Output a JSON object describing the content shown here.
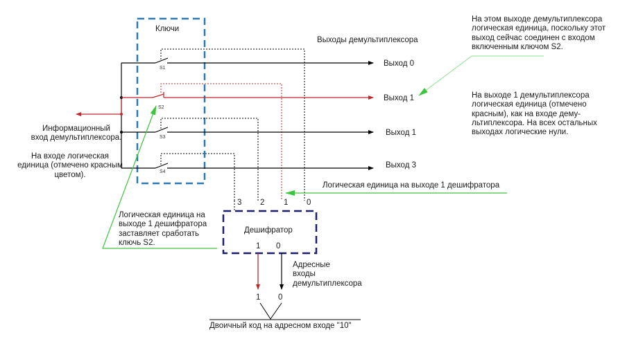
{
  "colors": {
    "active": "#c0282b",
    "wire": "#000000",
    "keys_box": "#2a78b4",
    "decoder_box": "#1b1f6b",
    "annotation": "#3ec43e"
  },
  "keys_box": {
    "title": "Ключи"
  },
  "switches": [
    {
      "label": "S1",
      "state": "open"
    },
    {
      "label": "S2",
      "state": "closed"
    },
    {
      "label": "S3",
      "state": "open"
    },
    {
      "label": "S4",
      "state": "open"
    }
  ],
  "outputs_title": "Выходы демультиплексора",
  "outputs": [
    {
      "label": "Выход 0",
      "active": false
    },
    {
      "label": "Выход 1",
      "active": true
    },
    {
      "label": "Выход 1",
      "active": false
    },
    {
      "label": "Выход 3",
      "active": false
    }
  ],
  "input_label": "Информационный\nвход демультиплексора.",
  "input_note": "На входе логическая\nединица (отмечено красным\nцветом).",
  "note_top_right": "На этом выходе демультиплексора\nлогическая единица, поскольку этот\nвыход сейчас соединен с входом\nвключенным ключом S2.",
  "note_mid_right": "На выходе 1 демультиплексора\nлогическая единица (отмечено\nкрасным), как на входе дему-\nльтиплексора. На всех остальных\nвыходах логические нули.",
  "note_decoder_output": "Логическая единица на выходе 1 дешифратора",
  "note_switch": "Логическая единица на\nвыходе 1 дешифратора\nзаставляет сработать\nключь S2.",
  "decoder": {
    "title": "Дешифратор",
    "outputs": [
      "3",
      "2",
      "1",
      "0"
    ],
    "inputs": [
      "1",
      "0"
    ]
  },
  "address_inputs_label": "Адресные\nвходы\nдемультиплексора",
  "address_bits": [
    "1",
    "0"
  ],
  "binary_code_label": "Двоичный код на адресном входе \"10\""
}
